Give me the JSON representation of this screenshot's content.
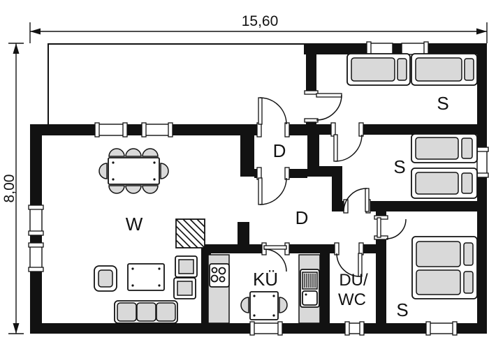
{
  "plan": {
    "dimensions": {
      "width_label": "15,60",
      "height_label": "8,00"
    },
    "room_labels": {
      "living": "W",
      "entry_hall": "D",
      "hallway": "D",
      "kitchen": "KÜ",
      "shower_wc_line1": "DU/",
      "shower_wc_line2": "WC",
      "bedroom_top": "S",
      "bedroom_middle": "S",
      "bedroom_bottom": "S"
    },
    "colors": {
      "wall": "#121212",
      "furniture": "#d9d9d9",
      "background": "#ffffff"
    }
  }
}
